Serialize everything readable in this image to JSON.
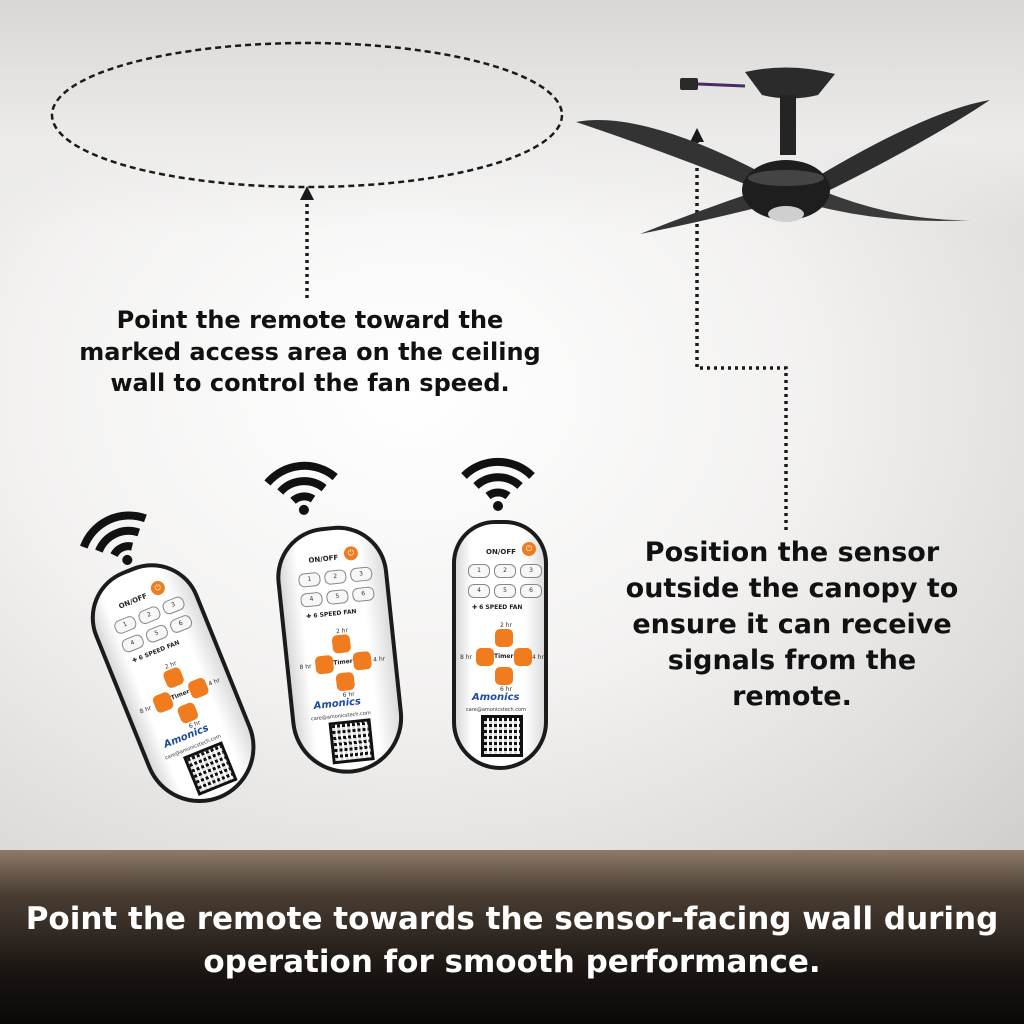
{
  "instructions": {
    "ceiling_hint": "Point the remote toward the marked access area on the ceiling wall to control the fan speed.",
    "sensor_hint": "Position the sensor outside the canopy to ensure it can receive signals from the remote."
  },
  "banner": {
    "text": "Point the remote towards the sensor-facing wall during operation for smooth performance."
  },
  "remote": {
    "onoff_label": "ON/OFF",
    "buttons": [
      "1",
      "2",
      "3",
      "4",
      "5",
      "6"
    ],
    "speed_label": "6 SPEED FAN",
    "timer_label": "Timer",
    "timer_up": "2 hr",
    "timer_right": "4 hr",
    "timer_down": "6 hr",
    "timer_left": "8 hr",
    "brand": "Amonics",
    "email": "care@amonicstech.com"
  },
  "colors": {
    "accent": "#f07c1e",
    "brand": "#1d4aa0",
    "text": "#111111",
    "banner_text": "#ffffff"
  },
  "icons": [
    "wifi-signal-icon",
    "ceiling-fan-icon",
    "power-icon",
    "qr-code-icon"
  ]
}
